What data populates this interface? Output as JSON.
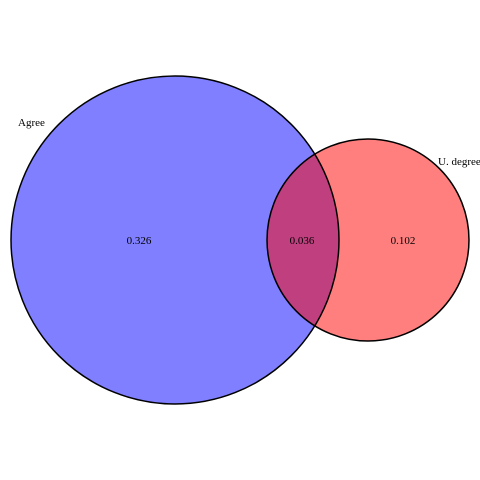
{
  "sets": [
    {
      "name": "Agree",
      "color": "#0000ff"
    },
    {
      "name": "U. degree",
      "color": "#ff0000"
    }
  ],
  "regions": {
    "agree_only": "0.326",
    "intersection": "0.036",
    "degree_only": "0.102"
  },
  "fill_opacity": 0.5
}
